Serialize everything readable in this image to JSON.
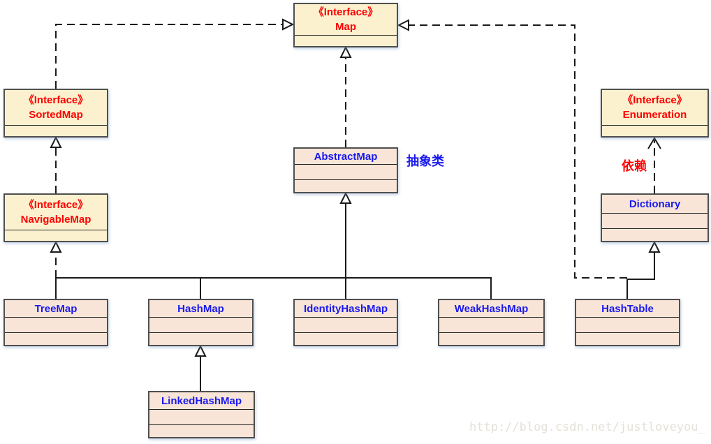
{
  "nodes": {
    "map": {
      "stereotype": "《Interface》",
      "name": "Map"
    },
    "sortedmap": {
      "stereotype": "《Interface》",
      "name": "SortedMap"
    },
    "navigablemap": {
      "stereotype": "《Interface》",
      "name": "NavigableMap"
    },
    "enumeration": {
      "stereotype": "《Interface》",
      "name": "Enumeration"
    },
    "abstractmap": {
      "name": "AbstractMap"
    },
    "dictionary": {
      "name": "Dictionary"
    },
    "treemap": {
      "name": "TreeMap"
    },
    "hashmap": {
      "name": "HashMap"
    },
    "identityhashmap": {
      "name": "IdentityHashMap"
    },
    "weakhashmap": {
      "name": "WeakHashMap"
    },
    "hashtable": {
      "name": "HashTable"
    },
    "linkedhashmap": {
      "name": "LinkedHashMap"
    }
  },
  "annotations": {
    "abstract_class_label": "抽象类",
    "dependency_label": "依赖"
  },
  "watermark": "http://blog.csdn.net/justloveyou_",
  "relationships": [
    {
      "from": "SortedMap",
      "to": "Map",
      "type": "extends",
      "line": "dashed-triangle"
    },
    {
      "from": "HashTable",
      "to": "Map",
      "type": "implements",
      "line": "dashed-triangle"
    },
    {
      "from": "AbstractMap",
      "to": "Map",
      "type": "implements",
      "line": "dashed-triangle"
    },
    {
      "from": "NavigableMap",
      "to": "SortedMap",
      "type": "extends",
      "line": "dashed-triangle"
    },
    {
      "from": "TreeMap",
      "to": "NavigableMap",
      "type": "implements",
      "line": "dashed-triangle"
    },
    {
      "from": "TreeMap",
      "to": "AbstractMap",
      "type": "extends",
      "line": "solid-triangle"
    },
    {
      "from": "HashMap",
      "to": "AbstractMap",
      "type": "extends",
      "line": "solid-triangle"
    },
    {
      "from": "IdentityHashMap",
      "to": "AbstractMap",
      "type": "extends",
      "line": "solid-triangle"
    },
    {
      "from": "WeakHashMap",
      "to": "AbstractMap",
      "type": "extends",
      "line": "solid-triangle"
    },
    {
      "from": "LinkedHashMap",
      "to": "HashMap",
      "type": "extends",
      "line": "solid-triangle"
    },
    {
      "from": "HashTable",
      "to": "Dictionary",
      "type": "extends",
      "line": "solid-triangle"
    },
    {
      "from": "Dictionary",
      "to": "Enumeration",
      "type": "dependency",
      "line": "dashed-open-arrow"
    }
  ],
  "colors": {
    "interface_fill": "#FBF1CE",
    "class_fill": "#F9E5D7",
    "border": "#4f4f4f",
    "interface_text": "#FF0000",
    "class_text": "#1A1AEF",
    "line": "#1a1a1a",
    "annotation_blue": "#1A1AEF",
    "annotation_red": "#FF0000",
    "watermark_gray": "#E4E1D9"
  }
}
